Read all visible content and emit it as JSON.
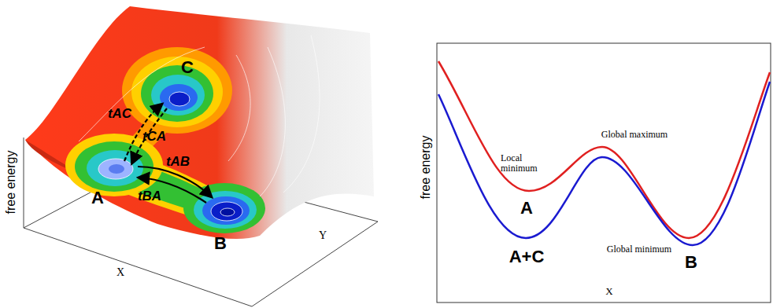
{
  "diagram": {
    "labels": [
      "C",
      "tAC",
      "tCA",
      "tAB",
      "tBA",
      "A",
      "B",
      "free energy",
      "X",
      "Y",
      "free energy",
      "Local minimum",
      "Global maximum",
      "A",
      "A+C",
      "Global minimum",
      "B",
      "X"
    ]
  }
}
